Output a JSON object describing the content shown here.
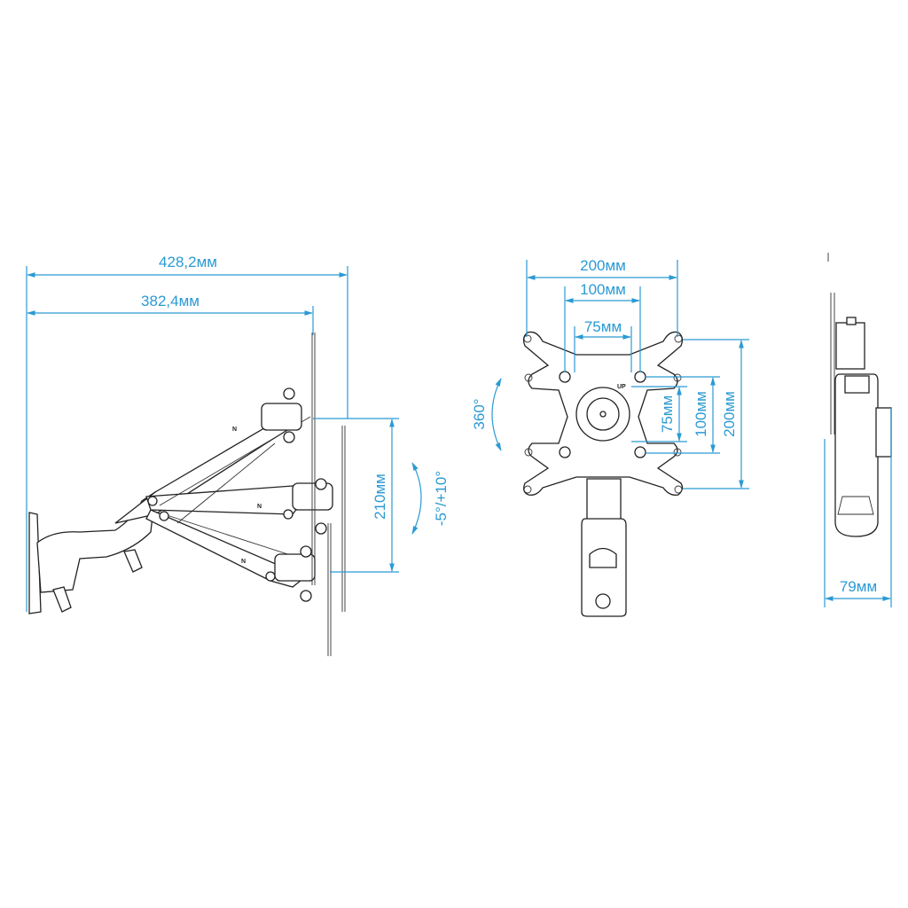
{
  "side_view": {
    "overall_depth": "428,2мм",
    "arm_depth": "382,4мм",
    "height_adjust": "210мм",
    "tilt_range": "-5°/+10°"
  },
  "front_view": {
    "vesa_horizontal": [
      "200мм",
      "100мм",
      "75мм"
    ],
    "vesa_vertical": [
      "75мм",
      "100мм",
      "200мм"
    ],
    "rotation": "360°",
    "up_label": "UP"
  },
  "profile_view": {
    "thickness": "79мм"
  },
  "colors": {
    "dimension": "#2b9ad3",
    "drawing": "#222222"
  }
}
